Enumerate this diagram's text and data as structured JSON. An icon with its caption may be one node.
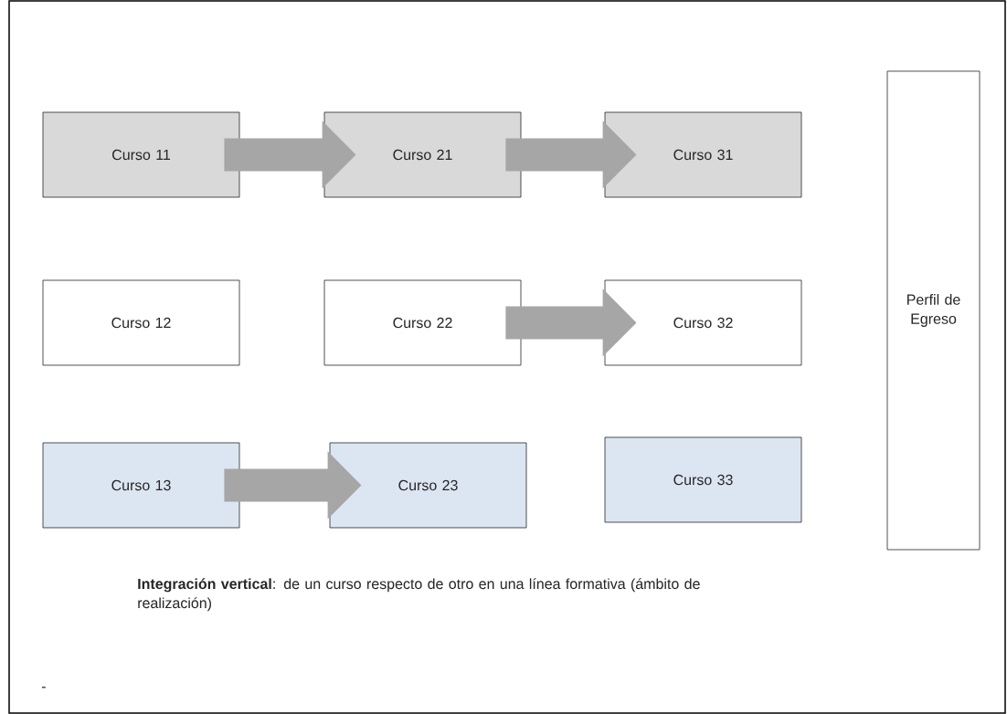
{
  "diagram": {
    "nodes": [
      {
        "text": [
          "Curso 11"
        ]
      },
      {
        "text": [
          "Curso 21"
        ]
      },
      {
        "text": [
          "Curso 31"
        ]
      },
      {
        "text": [
          "Curso 12"
        ]
      },
      {
        "text": [
          "Curso 22"
        ]
      },
      {
        "text": [
          "Curso 32"
        ]
      },
      {
        "text": [
          "Curso 13"
        ]
      },
      {
        "text": [
          "Curso 23"
        ]
      },
      {
        "text": [
          "Curso 33"
        ]
      },
      {
        "text": [
          "Perfil de Egreso"
        ]
      }
    ],
    "edges": [
      {
        "from": 0,
        "to": 1,
        "arrow": "to"
      },
      {
        "from": 1,
        "to": 2,
        "arrow": "to"
      },
      {
        "from": 4,
        "to": 5,
        "arrow": "to"
      },
      {
        "from": 6,
        "to": 7,
        "arrow": "to"
      }
    ],
    "labels": [
      "**Integración vertical**: de un curso respecto de otro en una línea formativa (ámbito de realización)",
      "-"
    ]
  }
}
